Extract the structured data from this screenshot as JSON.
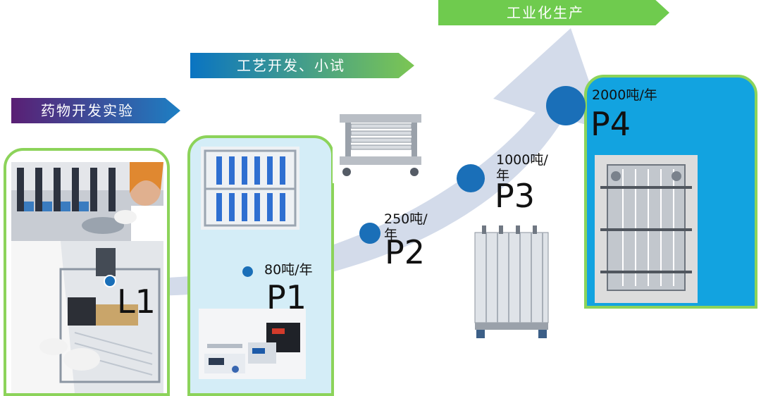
{
  "banners": [
    {
      "label": "药物开发实验"
    },
    {
      "label": "工艺开发、小试"
    },
    {
      "label": "工业化生产"
    }
  ],
  "stages": [
    {
      "code": "L1",
      "capacity": ""
    },
    {
      "code": "P1",
      "capacity": "80吨/年"
    },
    {
      "code": "P2",
      "capacity_line1": "250吨/",
      "capacity_line2": "年"
    },
    {
      "code": "P3",
      "capacity_line1": "1000吨/",
      "capacity_line2": "年"
    },
    {
      "code": "P4",
      "capacity": "2000吨/年"
    }
  ],
  "colors": {
    "arrow": "#d3dbea",
    "panel_border": "#8cd35a",
    "panel_fill_light": "#d4edf7",
    "panel_fill_blue": "#12a3e0",
    "dot": "#1a6fb8",
    "banner1_start": "#5a1f74",
    "banner1_end": "#1d7fc3",
    "banner2_start": "#0a74c2",
    "banner2_end": "#7cc653",
    "banner3": "#6fcb4e"
  }
}
